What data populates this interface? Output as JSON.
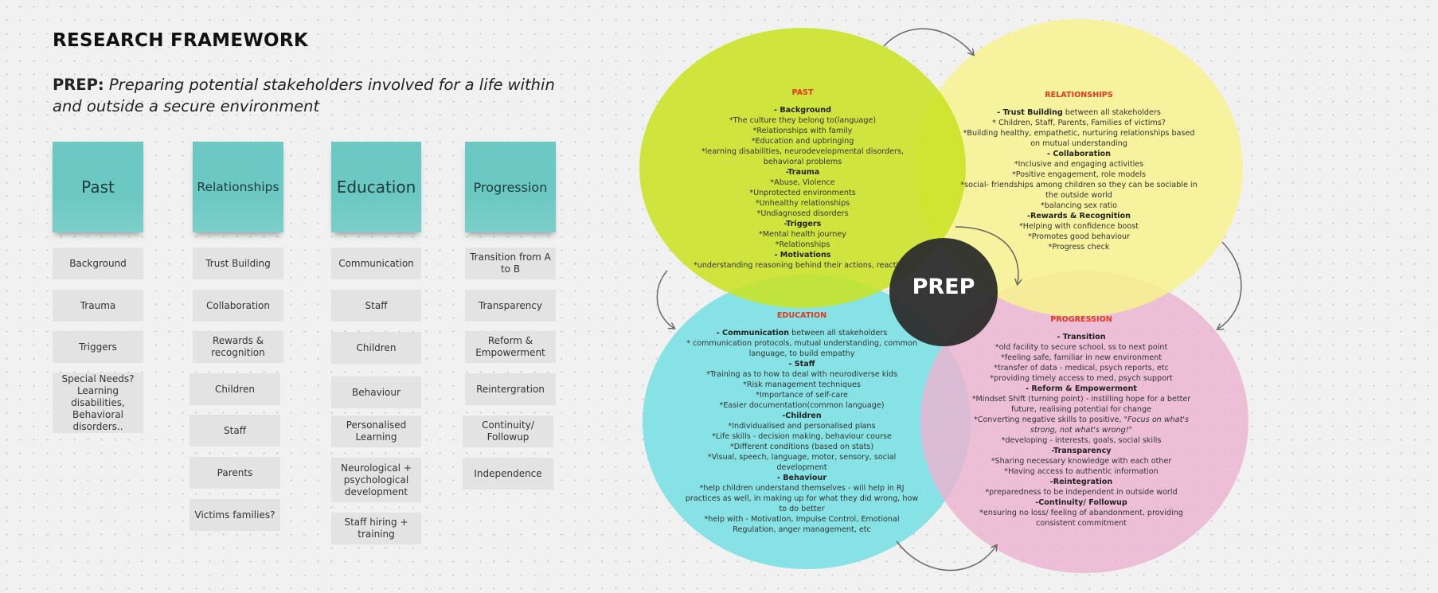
{
  "header": {
    "title": "RESEARCH FRAMEWORK",
    "subtitle_lead": "PREP:",
    "subtitle_text": "Preparing potential stakeholders involved for a life within and outside a secure environment"
  },
  "columns": [
    {
      "title": "Past",
      "items": [
        "Background",
        "Trauma",
        "Triggers",
        "Special Needs? Learning disabilities, Behavioral disorders.."
      ]
    },
    {
      "title": "Relationships",
      "items": [
        "Trust Building",
        "Collaboration",
        "Rewards & recognition",
        "Children",
        "Staff",
        "Parents",
        "Victims families?"
      ]
    },
    {
      "title": "Education",
      "items": [
        "Communication",
        "Staff",
        "Children",
        "Behaviour",
        "Personalised Learning",
        "Neurological + psychological development",
        "Staff hiring + training"
      ]
    },
    {
      "title": "Progression",
      "items": [
        "Transition from A to B",
        "Transparency",
        "Reform & Empowerment",
        "Reintergration",
        "Continuity/ Followup",
        "Independence"
      ]
    }
  ],
  "venn": {
    "center_label": "PREP",
    "colors": {
      "past": "#c9e321",
      "relationships": "#f7f28e",
      "education": "#76dfe3",
      "progression": "#ebb3cf",
      "center": "#2c2c2c",
      "heading": "#e0391b"
    },
    "past": {
      "heading": "PAST",
      "lines": [
        {
          "b": "- Background",
          "t": ""
        },
        {
          "b": "",
          "t": "*The culture they belong to(language)"
        },
        {
          "b": "",
          "t": "*Relationships with family"
        },
        {
          "b": "",
          "t": "*Education and upbringing"
        },
        {
          "b": "",
          "t": "*learning disabilities, neurodevelopmental disorders, behavioral problems"
        },
        {
          "b": "-Trauma",
          "t": ""
        },
        {
          "b": "",
          "t": "*Abuse, Violence"
        },
        {
          "b": "",
          "t": "*Unprotected environments"
        },
        {
          "b": "",
          "t": "*Unhealthy relationships"
        },
        {
          "b": "",
          "t": "*Undiagnosed disorders"
        },
        {
          "b": "-Triggers",
          "t": ""
        },
        {
          "b": "",
          "t": "*Mental health journey"
        },
        {
          "b": "",
          "t": "*Relationships"
        },
        {
          "b": "- Motivations",
          "t": ""
        },
        {
          "b": "",
          "t": "*understanding reasoning behind their actions, reactions"
        }
      ]
    },
    "relationships": {
      "heading": "RELATIONSHIPS",
      "lines": [
        {
          "b": "- Trust Building",
          "t": " between all stakeholders"
        },
        {
          "b": "",
          "t": "* Children, Staff, Parents, Families of victims?"
        },
        {
          "b": "",
          "t": "*Building healthy, empathetic, nurturing relationships based on mutual understanding"
        },
        {
          "b": "- Collaboration",
          "t": ""
        },
        {
          "b": "",
          "t": "*Inclusive and engaging activities"
        },
        {
          "b": "",
          "t": "*Positive engagement, role models"
        },
        {
          "b": "",
          "t": "*social- friendships among children so they can be sociable in the outside world"
        },
        {
          "b": "",
          "t": "*balancing sex ratio"
        },
        {
          "b": "-Rewards & Recognition",
          "t": ""
        },
        {
          "b": "",
          "t": "*Helping with confidence boost"
        },
        {
          "b": "",
          "t": "*Promotes good behaviour"
        },
        {
          "b": "",
          "t": "*Progress check"
        }
      ]
    },
    "education": {
      "heading": "EDUCATION",
      "lines": [
        {
          "b": "- Communication",
          "t": " between all stakeholders"
        },
        {
          "b": "",
          "t": "* communication protocols, mutual understanding, common language, to build empathy"
        },
        {
          "b": "- Staff",
          "t": ""
        },
        {
          "b": "",
          "t": "*Training as to how to deal with neurodiverse kids"
        },
        {
          "b": "",
          "t": "*Risk management techniques"
        },
        {
          "b": "",
          "t": "*Importance of self-care"
        },
        {
          "b": "",
          "t": "*Easier documentation(common language)"
        },
        {
          "b": "-Children",
          "t": ""
        },
        {
          "b": "",
          "t": "*Individualised and personalised plans"
        },
        {
          "b": "",
          "t": "*Life skills - decision making, behaviour course"
        },
        {
          "b": "",
          "t": "*Different conditions (based on stats)"
        },
        {
          "b": "",
          "t": "*Visual, speech, language, motor, sensory, social development"
        },
        {
          "b": "- Behaviour",
          "t": ""
        },
        {
          "b": "",
          "t": "*help children understand themselves - will help in RJ practices as well, in making up for what they did wrong, how to do better"
        },
        {
          "b": "",
          "t": "*help with - Motivation, Impulse Control, Emotional Regulation, anger management, etc"
        }
      ]
    },
    "progression": {
      "heading": "PROGRESSION",
      "lines": [
        {
          "b": "- Transition",
          "t": ""
        },
        {
          "b": "",
          "t": "*old facility to secure school, ss to next point"
        },
        {
          "b": "",
          "t": "*feeling safe, familiar in new environment"
        },
        {
          "b": "",
          "t": "*transfer of data - medical, psych reports, etc"
        },
        {
          "b": "",
          "t": "*providing timely access to med, psych support"
        },
        {
          "b": "- Reform & Empowerment",
          "t": ""
        },
        {
          "b": "",
          "t": "*Mindset Shift (turning point) - instilling hope for a better future, realising potential for change"
        },
        {
          "b": "",
          "t": "*Converting negative skills to positive, ",
          "i": "\"Focus on what's strong, not what's wrong!\""
        },
        {
          "b": "",
          "t": "*developing - interests, goals, social skills"
        },
        {
          "b": "-Transparency",
          "t": ""
        },
        {
          "b": "",
          "t": "*Sharing necessary knowledge with each other"
        },
        {
          "b": "",
          "t": "*Having access to authentic information"
        },
        {
          "b": "-Reintegration",
          "t": ""
        },
        {
          "b": "",
          "t": "*preparedness to be independent in outside world"
        },
        {
          "b": "-Continuity/ Followup",
          "t": ""
        },
        {
          "b": "",
          "t": "*ensuring no loss/ feeling of abandonment, providing consistent commitment"
        }
      ]
    }
  }
}
